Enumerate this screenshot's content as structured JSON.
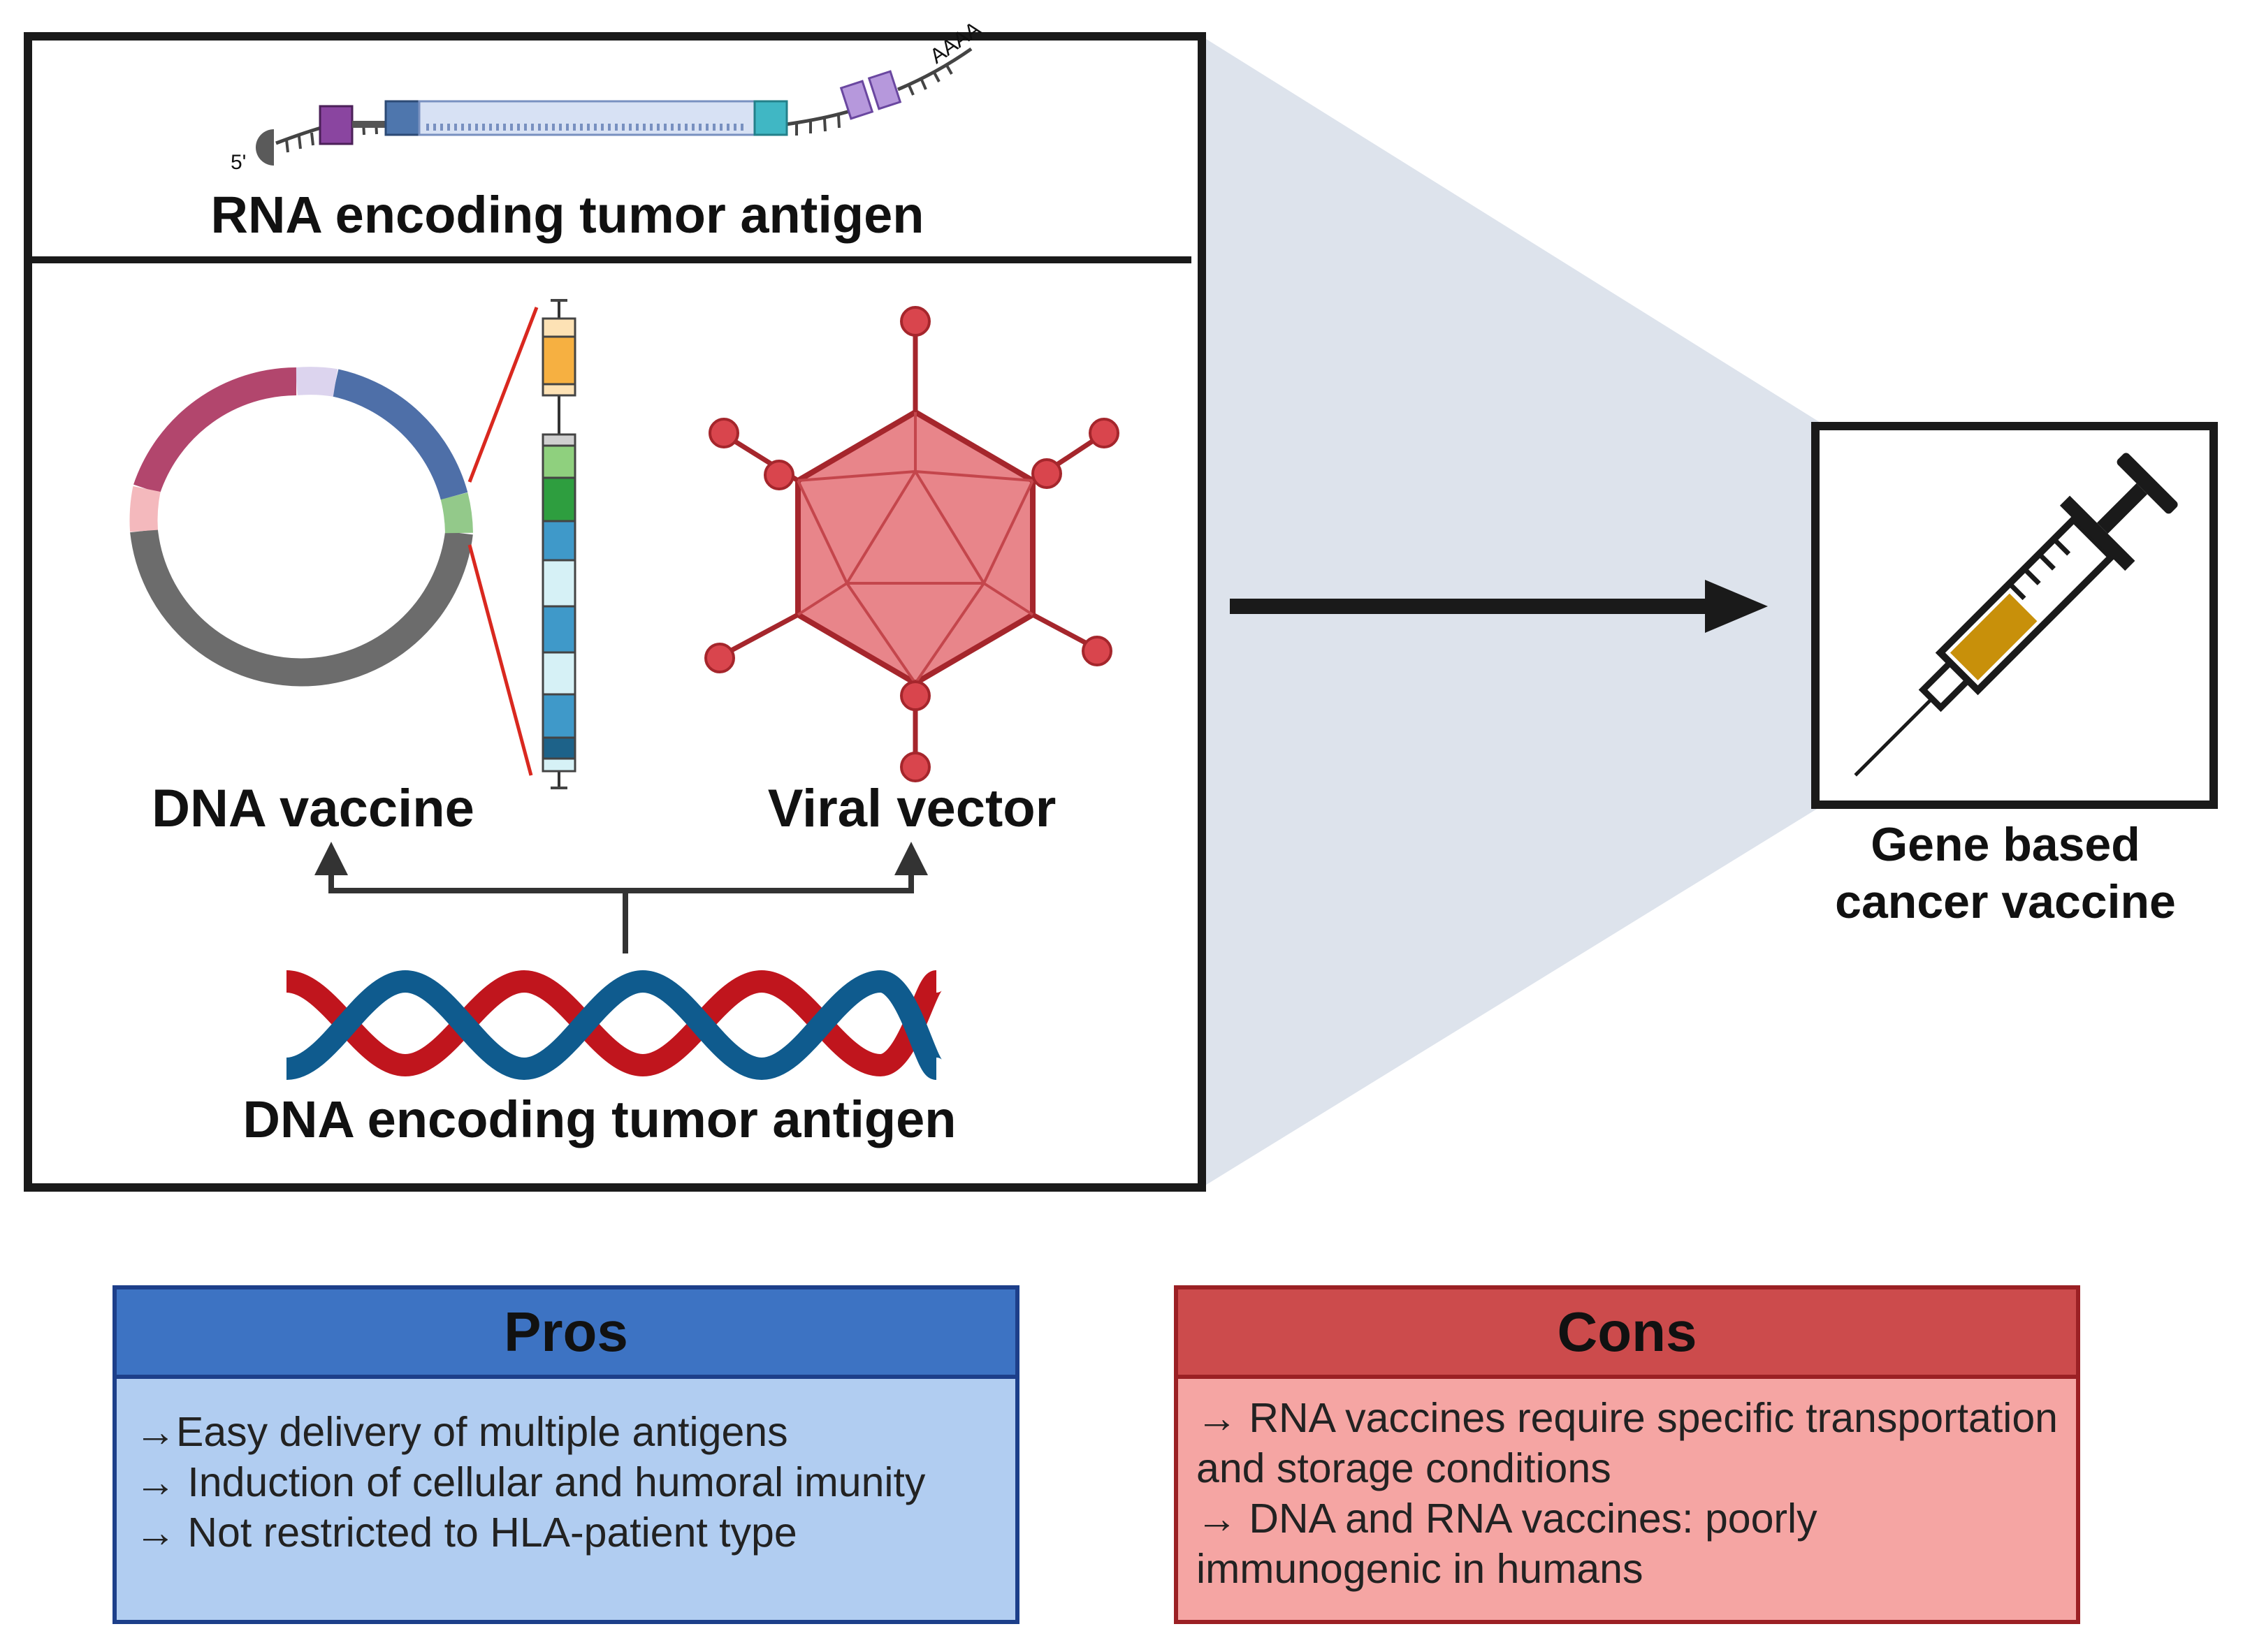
{
  "labels": {
    "rna": "RNA encoding tumor antigen",
    "five_prime": "5'",
    "poly_a": "AAAA",
    "dna_vaccine": "DNA vaccine",
    "viral_vector": "Viral vector",
    "dna": "DNA encoding tumor antigen",
    "gene_vaccine_line1": "Gene based",
    "gene_vaccine_line2": "cancer vaccine"
  },
  "pros": {
    "title": "Pros",
    "items": [
      "→Easy delivery of multiple antigens",
      "→ Induction of cellular and humoral imunity",
      "→ Not restricted to HLA-patient type"
    ]
  },
  "cons": {
    "title": "Cons",
    "items": [
      "→ RNA vaccines require specific transportation and storage conditions",
      "→ DNA and RNA vaccines: poorly immunogenic in humans"
    ]
  },
  "colors": {
    "pros_header": "#3d73c3",
    "pros_body": "#b1cdf1",
    "cons_header": "#cc4b4c",
    "cons_body": "#f5a5a3",
    "funnel": "#dde3ec",
    "dna_red": "#c0151d",
    "dna_blue": "#0f5b8e",
    "viral_red": "#e8858a",
    "syringe_liquid": "#c8900a"
  }
}
